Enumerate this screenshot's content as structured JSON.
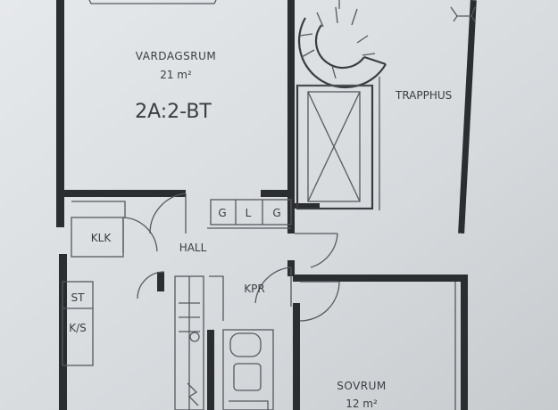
{
  "rooms": {
    "living": {
      "name": "VARDAGSRUM",
      "area": "21 m²"
    },
    "unit_type": "2A:2-BT",
    "stairwell": "TRAPPHUS",
    "closet": "KLK",
    "hall": "HALL",
    "closet_g1": "G",
    "closet_l": "L",
    "closet_g2": "G",
    "bathroom": "KPR",
    "storage_st": "ST",
    "storage_ks": "K/S",
    "bedroom": {
      "name": "SOVRUM",
      "area": "12 m²"
    }
  },
  "colors": {
    "paper": "#d9dde0",
    "wall": "#2b2d30",
    "line": "#55585d"
  }
}
